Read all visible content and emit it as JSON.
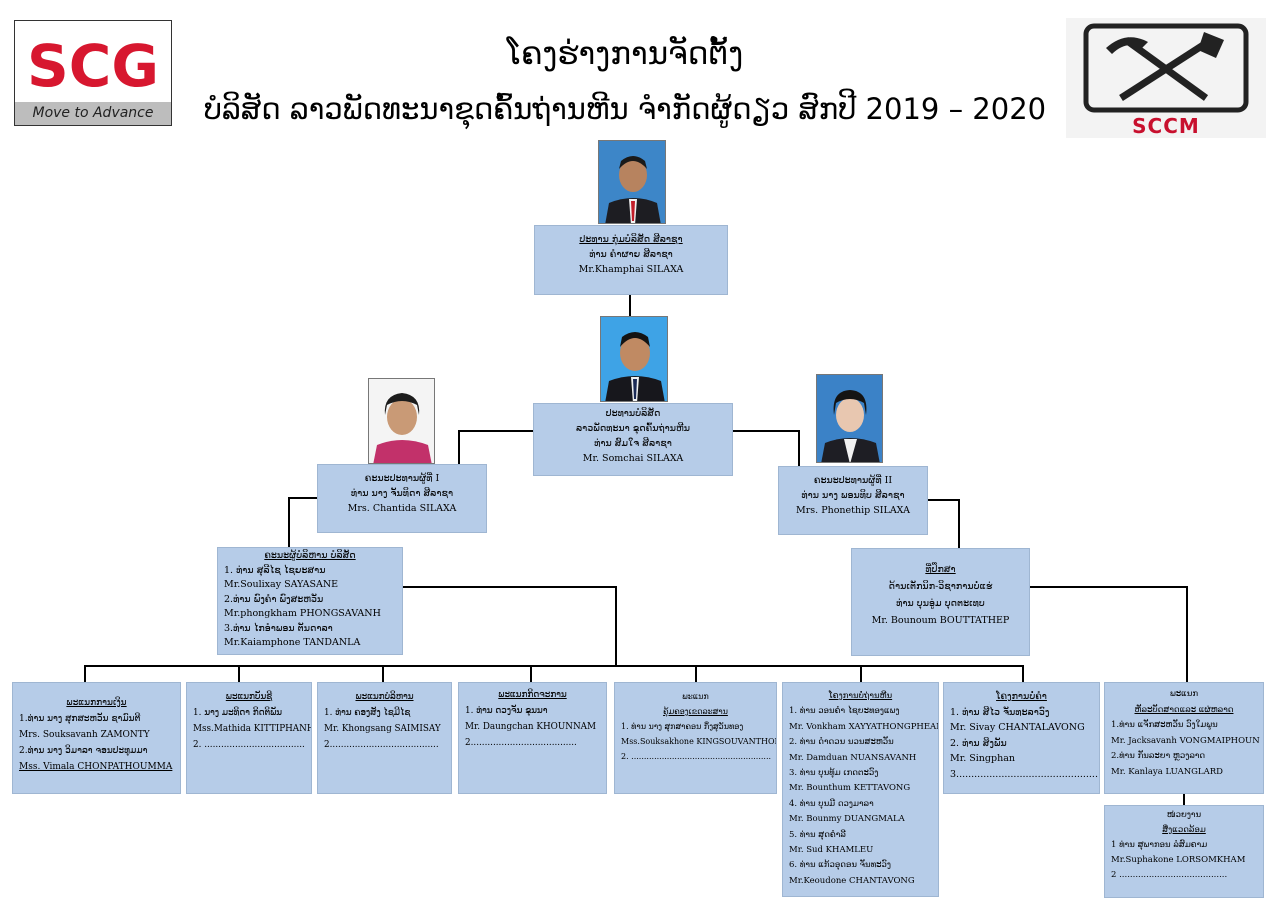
{
  "header": {
    "title_line1": "ໂຄງຮ່າງການຈັດຕັ້ງ",
    "title_line2": "ບໍລິສັດ ລາວພັດທະນາຂຸດຄົ້ນຖ່ານຫີນ ຈຳກັດຜູ້ດຽວ ສົກປີ 2019 – 2020",
    "logo_left_text": "SCG",
    "logo_left_tagline": "Move to Advance",
    "logo_right_text": "SCCM"
  },
  "nodes": {
    "chairman_group": [
      "ປະທານ ກຸ່ມບໍລິສັດ ສີລາຊາ",
      "ທ່ານ ຄຳຜາຍ ສີລາຊາ",
      "Mr.Khamphai SILAXA"
    ],
    "company_president": [
      "ປະທານບໍລິສັດ",
      "ລາວພັດທະນາ ຂຸດຄົ້ນຖ່ານຫີນ",
      "ທ່ານ ສົມໃຈ ສີລາຊາ",
      "Mr. Somchai SILAXA"
    ],
    "vice_president_1": [
      "ຄະນະປະທານຜູ້ທີ່  I",
      "ທ່ານ ນາງ ຈັນທິດາ ສີລາຊາ",
      "Mrs. Chantida SILAXA"
    ],
    "vice_president_2": [
      "ຄະນະປະທານຜູ້ທີ່ II",
      "ທ່ານ ນາງ ພອນທິບ ສີລາຊາ",
      "Mrs. Phonethip SILAXA"
    ],
    "management_board": [
      "ຄະນະຜູ້ບໍລິຫານ ບໍລິສັດ",
      "1. ທ່ານ ສຸລີໄຊ ໄຊຍະສານ",
      "Mr.Soulixay SAYASANE",
      "2.ທ່ານ ພົງຄຳ ພົງສະຫວັນ",
      "Mr.phongkham PHONGSAVANH",
      "3.ທ່ານ ໄກອຳພອນ ຕັນດາລາ",
      "Mr.Kaiamphone TANDANLA"
    ],
    "advisor": [
      "ທີ່ປຶກສາ",
      "ດ້ານເຕັກນິກ-ວິຊາການບໍ່ແຮ່",
      "ທ່ານ ບຸນອູ່ມ ບຸດຕະເທບ",
      "Mr. Bounoum BOUTTATHEP"
    ],
    "dept_finance": [
      "ພະແນກການເງິນ",
      "1.ທ່ານ ນາງ ສຸກສະຫວັນ ຊາມົນຕີ",
      "Mrs. Souksavanh ZAMONTY",
      "2.ທ່ານ ນາງ ວິມາລາ ຈອນປະທຸມມາ",
      "Mss. Vimala CHONPATHOUMMA"
    ],
    "dept_accounting": [
      "ພະແນກບັນຊີ",
      "1. ນາງ ມະທິດາ ກິດຕິພັນ",
      "Mss.Mathida KITTIPHANH",
      "2. ...................................."
    ],
    "dept_admin": [
      "ພະແນກບໍລິຫານ",
      "1. ທ່ານ ຄອງສັງ ໄຊມີໄຊ",
      "Mr. Khongsang SAIMISAY",
      "2......................................."
    ],
    "dept_marketing": [
      "ພະແນກກິດຈະການ",
      "1. ທ່ານ ດວງຈັນ ຂຸນນາ",
      "Mr. Daungchan KHOUNNAM",
      "2......................................"
    ],
    "dept_community": [
      "ພະແນກ",
      "ຄຸ້ມຄອງເຂດລະສານ",
      "1. ທ່ານ ນາງ ສຸກສາຄອນ ກິ່ງສຸວັນທອງ",
      "Mss.Souksakhone KINGSOUVANTHONG",
      "2. ......................................................."
    ],
    "dept_coal_plant": [
      "ໂຄງການບໍ່ຖ່ານຫີນ",
      "1. ທ່ານ ວອນຄຳ ໄຊຍະທອງແພງ",
      "Mr. Vonkham XAYYATHONGPHEANG",
      "2. ທ່ານ ດຳດວນ ນວນສະຫວັນ",
      "Mr. Damduan NUANSAVANH",
      "3. ທ່ານ ບຸນທຸ້ມ ເກດຕະວົງ",
      "Mr. Bounthum KETTAVONG",
      "4. ທ່ານ ບຸນມີ ດວງມາລາ",
      "Mr. Bounmy DUANGMALA",
      "5.  ທ່ານ ສຸດຄຳລີ",
      "Mr. Sud KHAMLEU",
      "6. ທ່ານ ແກ້ວອຸດອນ ຈັນທະວົງ",
      "Mr.Keoudone CHANTAVONG"
    ],
    "dept_ore_pit": [
      "ໂຄງການບໍ່ຄຳ",
      "1. ທ່ານ ສີໄວ ຈັນທະລາວົງ",
      "Mr. Sivay CHANTALAVONG",
      "2. ທ່ານ ສິງພັນ",
      "Mr. Singphan",
      "3..............................................."
    ],
    "dept_import_export": [
      "ພະແນກ",
      "ຫັລະບັດສາດແລະ ແຜ່ຫລາດ",
      "1.ທ່ານ ແຈັກສະຫວັນ ວົງໃມພູນ",
      "Mr. Jacksavanh VONGMAIPHOUN",
      "2.ທ່ານ ກັນລະຍາ ຫຼວງລາດ",
      "Mr. Kanlaya LUANGLARD"
    ],
    "unit_environment": [
      "ໜ່ວຍງານ",
      "ສິ່ງແວດລ້ອມ",
      "1 ທ່ານ ສຸພາກອນ ລໍສົມຄາມ",
      "Mr.Suphakone LORSOMKHAM",
      "2 ........................................"
    ]
  },
  "colors": {
    "box_fill": "#b6cce8",
    "connector": "#000000",
    "logo_red": "#d7172f",
    "logo_blue": "#1a4aa0",
    "sccm_red": "#c8102e"
  }
}
